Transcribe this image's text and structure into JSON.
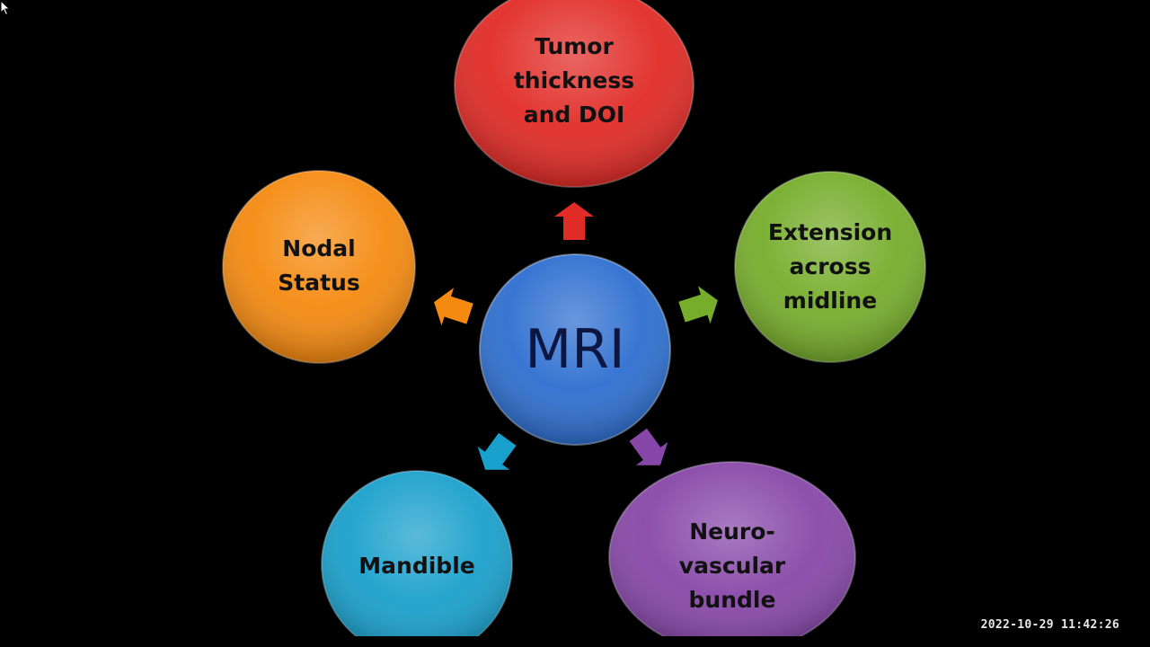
{
  "diagram": {
    "center": {
      "label": "MRI",
      "color": "#2e6fd0"
    },
    "nodes": [
      {
        "id": "tumor",
        "label": "Tumor\nthickness\nand DOI",
        "color": "#e12b26"
      },
      {
        "id": "extension",
        "label": "Extension\nacross\nmidline",
        "color": "#76ad2b"
      },
      {
        "id": "neurovascular",
        "label": "Neuro-\nvascular\nbundle",
        "color": "#8747a8"
      },
      {
        "id": "mandible",
        "label": "Mandible",
        "color": "#1aa0cc"
      },
      {
        "id": "nodal",
        "label": "Nodal\nStatus",
        "color": "#f58a10"
      }
    ]
  },
  "overlay": {
    "timestamp": "2022-10-29  11:42:26"
  }
}
